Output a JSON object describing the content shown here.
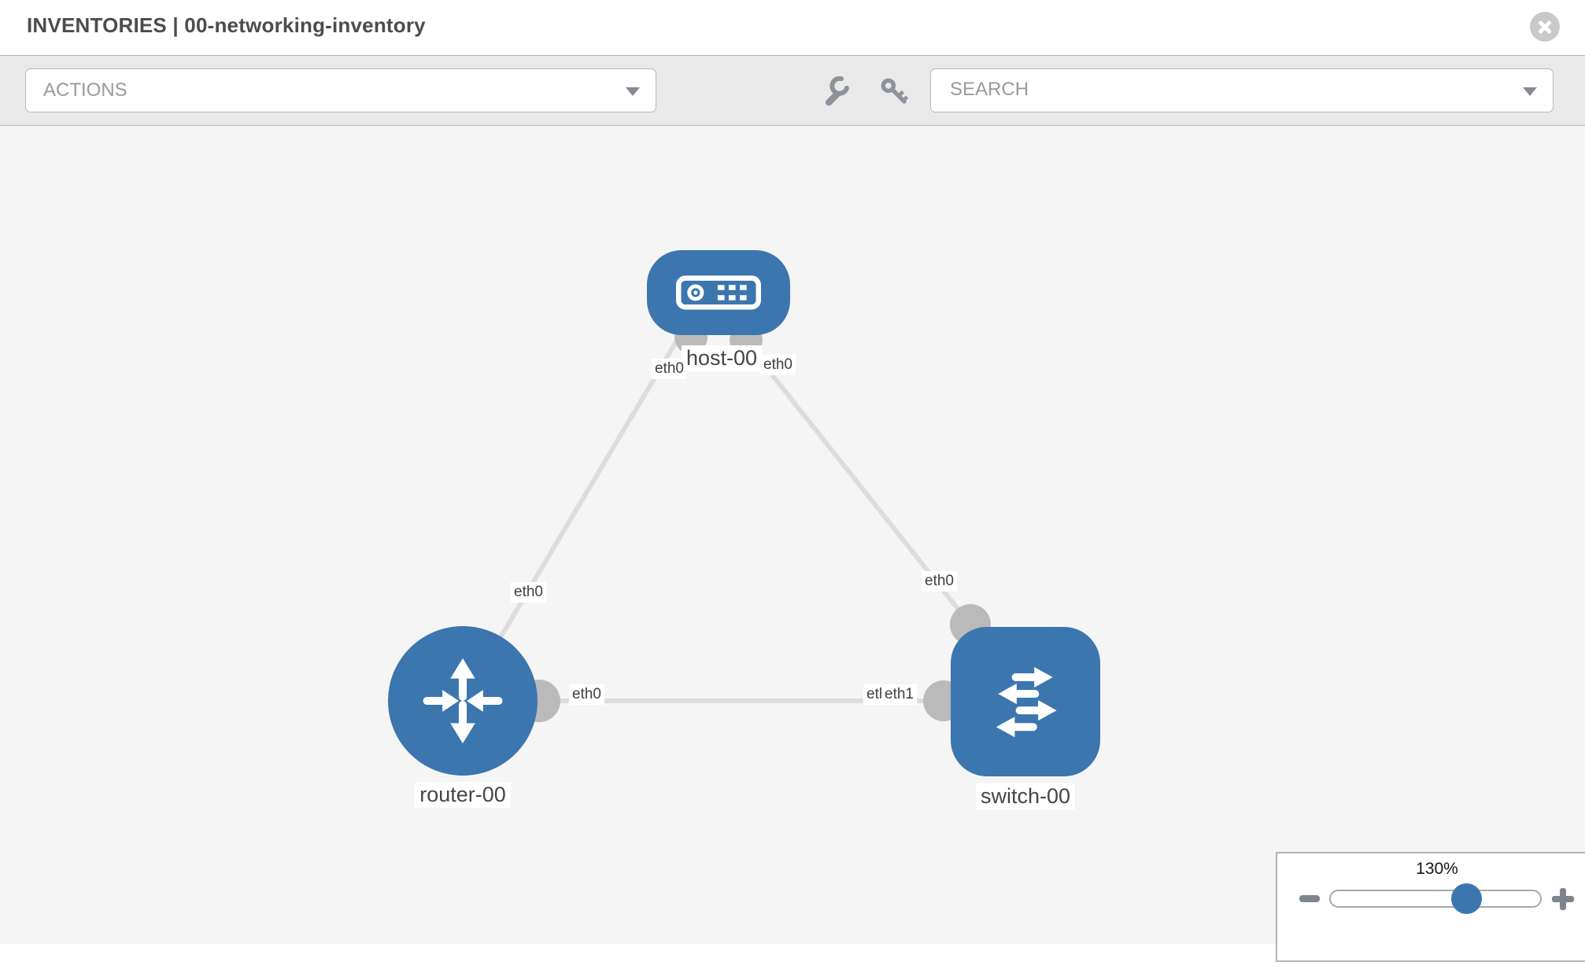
{
  "header": {
    "title": "INVENTORIES | 00-networking-inventory",
    "close_icon": "x-circle"
  },
  "toolbar": {
    "actions_label": "ACTIONS",
    "search_placeholder": "SEARCH",
    "icons": [
      "wrench-icon",
      "key-icon",
      "caret-down-icon"
    ]
  },
  "graph": {
    "nodes": [
      {
        "id": "host-00",
        "label": "host-00",
        "type": "host",
        "icon": "server-icon"
      },
      {
        "id": "router-00",
        "label": "router-00",
        "type": "router",
        "icon": "router-arrows-icon"
      },
      {
        "id": "switch-00",
        "label": "switch-00",
        "type": "switch",
        "icon": "switch-arrows-icon"
      }
    ],
    "edges": [
      {
        "from": "host-00",
        "to": "router-00",
        "from_iface": "eth0",
        "to_iface": "eth0"
      },
      {
        "from": "host-00",
        "to": "switch-00",
        "from_iface": "eth0",
        "to_iface": "eth0"
      },
      {
        "from": "router-00",
        "to": "switch-00",
        "from_iface": "eth0",
        "to_iface": "eth1"
      }
    ],
    "interface_labels": [
      {
        "text": "eth0",
        "edge": "host-router",
        "end": "host"
      },
      {
        "text": "eth0",
        "edge": "host-switch",
        "end": "host"
      },
      {
        "text": "eth0",
        "edge": "host-router",
        "end": "router"
      },
      {
        "text": "eth0",
        "edge": "host-switch",
        "end": "switch"
      },
      {
        "text": "eth0",
        "edge": "router-switch",
        "end": "router"
      },
      {
        "text": "eth0",
        "edge": "router-switch",
        "end": "switch-under"
      },
      {
        "text": "eth1",
        "edge": "router-switch",
        "end": "switch-top"
      }
    ],
    "colors": {
      "node_blue": "#3b76af",
      "port_gray": "#bababa",
      "edge_gray": "#dcdcdc",
      "canvas_bg": "#f5f5f5"
    }
  },
  "zoom_control": {
    "level": "130%",
    "minus_icon": "minus-icon",
    "plus_icon": "plus-icon"
  }
}
